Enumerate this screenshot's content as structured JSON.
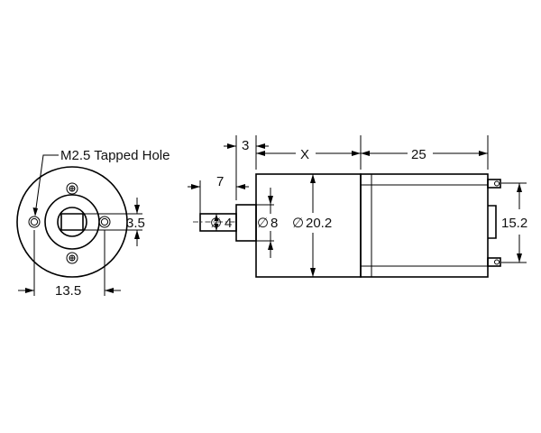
{
  "front_view": {
    "callout_label": "M2.5 Tapped Hole",
    "hole_spacing": "13.5",
    "flat_distance": "3.5"
  },
  "side_view": {
    "flange_length": "3",
    "gearbox_length": "X",
    "motor_length": "25",
    "shaft_length": "7",
    "shaft_diameter": "4",
    "boss_diameter": "8",
    "gearbox_diameter": "20.2",
    "motor_height": "15.2",
    "diameter_symbol": "∅"
  }
}
